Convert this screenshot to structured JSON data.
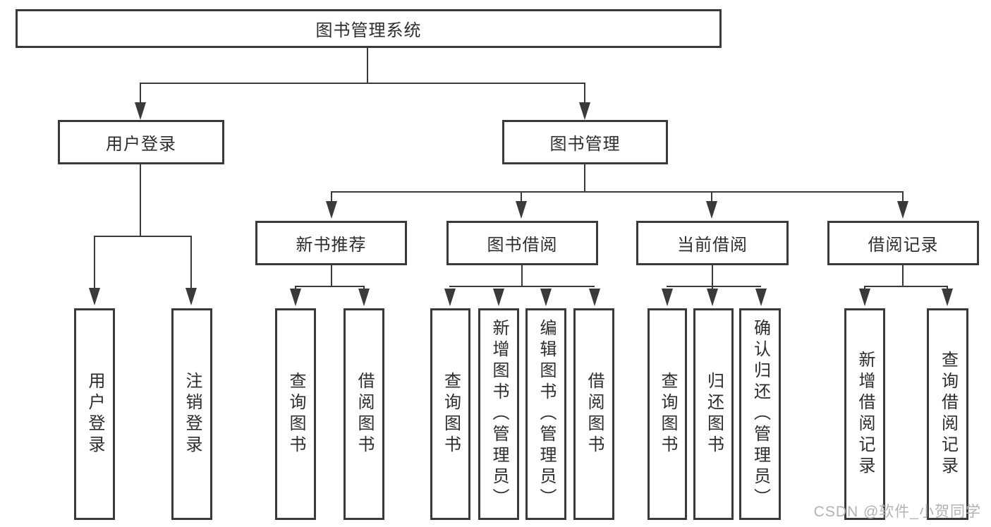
{
  "root": {
    "label": "图书管理系统"
  },
  "modules": {
    "user_login": {
      "label": "用户登录",
      "children": {
        "login": {
          "label": "用户登录"
        },
        "logout": {
          "label": "注销登录"
        }
      }
    },
    "book_mgmt": {
      "label": "图书管理",
      "children": {
        "new_books": {
          "label": "新书推荐",
          "children": {
            "query": {
              "label": "查询图书"
            },
            "borrow": {
              "label": "借阅图书"
            }
          }
        },
        "book_borrow": {
          "label": "图书借阅",
          "children": {
            "query": {
              "label": "查询图书"
            },
            "add": {
              "label": "新增图书（管理员）"
            },
            "edit": {
              "label": "编辑图书（管理员）"
            },
            "borrow": {
              "label": "借阅图书"
            }
          }
        },
        "current_borrow": {
          "label": "当前借阅",
          "children": {
            "query": {
              "label": "查询图书"
            },
            "return": {
              "label": "归还图书"
            },
            "confirm": {
              "label": "确认归还（管理员）"
            }
          }
        },
        "borrow_record": {
          "label": "借阅记录",
          "children": {
            "add": {
              "label": "新增借阅记录"
            },
            "query": {
              "label": "查询借阅记录"
            }
          }
        }
      }
    }
  },
  "watermark": {
    "text": "CSDN @软件_小贺同学"
  },
  "colors": {
    "line": "#3a3a3a",
    "text": "#2d2d2d",
    "background": "#ffffff",
    "watermark": "#b3b3b3"
  }
}
